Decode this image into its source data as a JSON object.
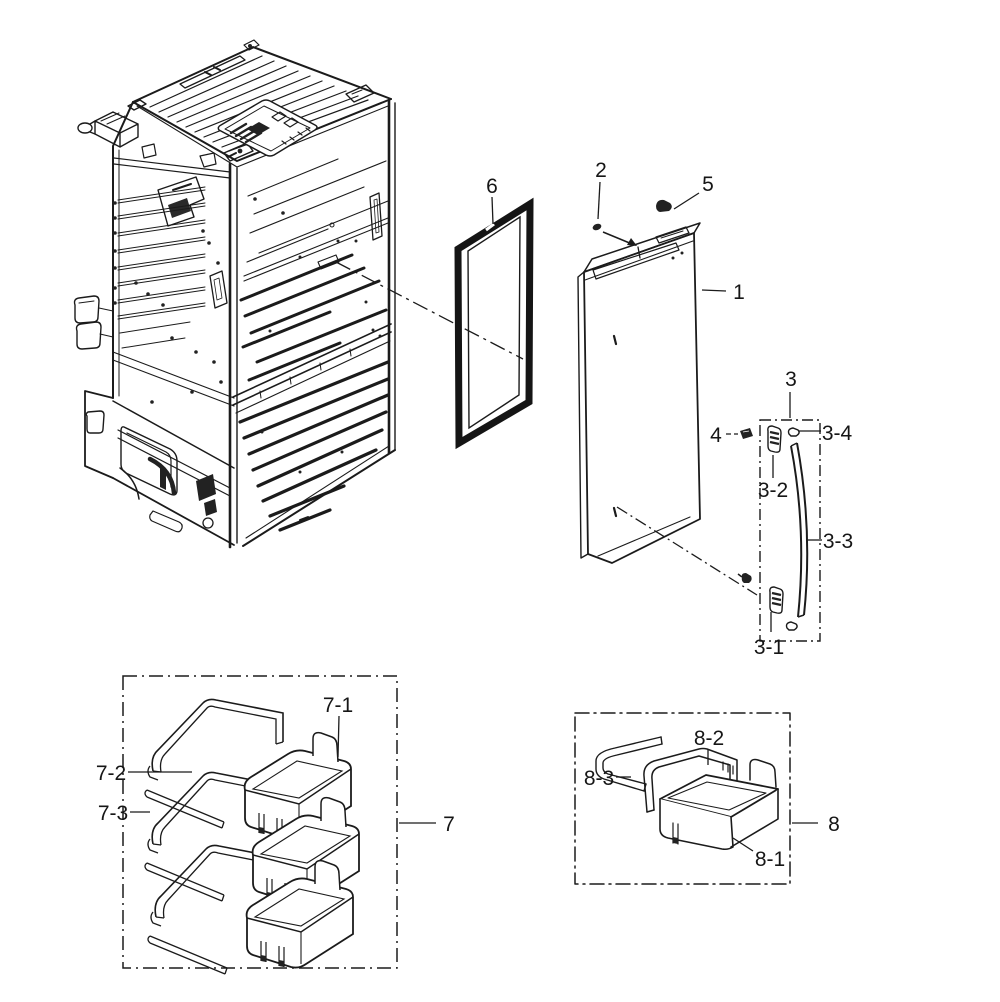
{
  "figure": {
    "kind": "appliance-parts-exploded-diagram",
    "background_color": "#ffffff",
    "line_color": "#1b1b1b"
  },
  "callouts": {
    "c1": "1",
    "c2": "2",
    "c3": "3",
    "c4": "4",
    "c5": "5",
    "c6": "6",
    "c3_1": "3-1",
    "c3_2": "3-2",
    "c3_3": "3-3",
    "c3_4": "3-4",
    "c7": "7",
    "c7_1": "7-1",
    "c7_2": "7-2",
    "c7_3": "7-3",
    "c8": "8",
    "c8_1": "8-1",
    "c8_2": "8-2",
    "c8_3": "8-3"
  }
}
